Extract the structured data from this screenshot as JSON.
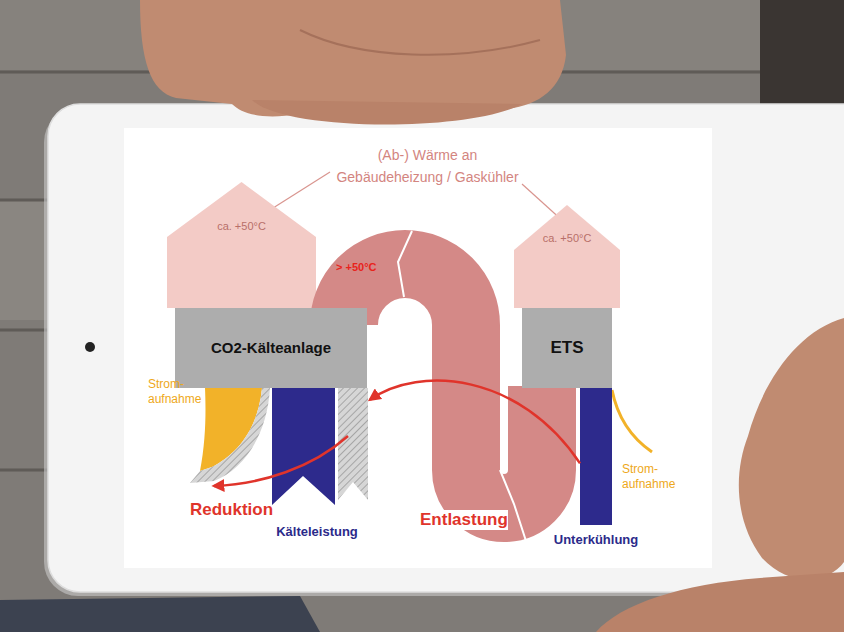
{
  "diagram": {
    "nodes": [
      {
        "text": [
          "ca. +50°C"
        ]
      },
      {
        "text": [
          "> +50°C"
        ]
      },
      {
        "text": [
          "ca. +50°C"
        ]
      },
      {
        "text": [
          "CO2-Kälteanlage"
        ]
      },
      {
        "text": [
          "ETS"
        ]
      },
      {
        "text": [
          "Kälteleistung"
        ]
      },
      {
        "text": [
          "Unterkühlung"
        ]
      }
    ],
    "edges": [
      {
        "from": 6,
        "to": 5,
        "label": "Entlastung",
        "arrow": "to"
      }
    ],
    "labels": [
      "(Ab-) Wärme an Gebäudeheizung / Gaskühler",
      "Strom- aufnahme",
      "Strom- aufnahme",
      "Reduktion"
    ]
  }
}
